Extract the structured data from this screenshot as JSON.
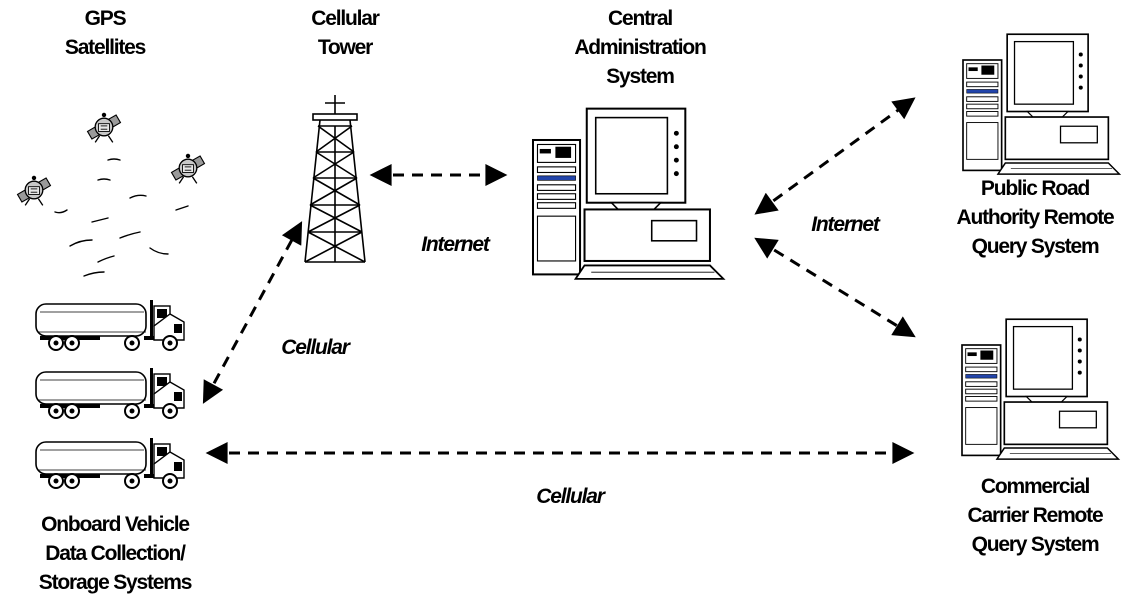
{
  "nodes": {
    "gps": {
      "label": "GPS\nSatellites"
    },
    "tower": {
      "label": "Cellular\nTower"
    },
    "central": {
      "label": "Central\nAdministration\nSystem"
    },
    "public_road": {
      "label": "Public Road\nAuthority Remote\nQuery System"
    },
    "commercial": {
      "label": "Commercial\nCarrier Remote\nQuery System"
    },
    "onboard": {
      "label": "Onboard Vehicle\nData Collection/\nStorage Systems"
    }
  },
  "links": {
    "internet_left": "Internet",
    "internet_right": "Internet",
    "cellular_upper": "Cellular",
    "cellular_lower": "Cellular"
  },
  "colors": {
    "ink": "#000000",
    "satellite_body": "#c8c8c8",
    "screen": "#ffffff",
    "case": "#ffffff"
  }
}
